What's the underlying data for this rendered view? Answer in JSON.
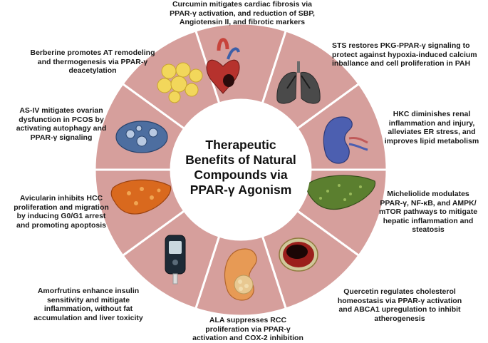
{
  "center_title": "Therapeutic\nBenefits of Natural\nCompounds via\nPPAR-γ Agonism",
  "colors": {
    "segment_fill": "#d69f9c",
    "segment_stroke": "#ffffff",
    "center_fill": "#ffffff"
  },
  "segments": [
    {
      "icon": "heart-icon",
      "caption": "Curcumin mitigates cardiac fibrosis via\nPPAR-γ activation, and reduction of SBP,\nAngiotensin II, and fibrotic markers"
    },
    {
      "icon": "lungs-icon",
      "caption": "STS restores PKG-PPAR-γ signaling to\nprotect against hypoxia-induced calcium\ninballance and cell proliferation in PAH"
    },
    {
      "icon": "kidney-icon",
      "caption": "HKC diminishes renal\ninflammation and injury,\nalleviates ER stress, and\nimproves lipid metabolism"
    },
    {
      "icon": "liver-icon",
      "caption": "Micheliolide modulates\nPPAR-γ, NF-κB, and AMPK/\nmTOR pathways to mitigate\nhepatic inflammation and\nsteatosis"
    },
    {
      "icon": "artery-plaque-icon",
      "caption": "Quercetin regulates cholesterol\nhomeostasis via PPAR-γ activation\nand ABCA1 upregulation to inhibit\natherogenesis"
    },
    {
      "icon": "kidney-tumor-icon",
      "caption": "ALA suppresses RCC\nproliferation via PPAR-γ\nactivation and COX-2 inhibition"
    },
    {
      "icon": "glucometer-icon",
      "caption": "Amorfrutins enhance insulin\nsensitivity and mitigate\ninflammation, without fat\naccumulation and liver toxicity"
    },
    {
      "icon": "tumor-liver-icon",
      "caption": "Avicularin inhibits HCC\nproliferation and migration\nby inducing G0/G1 arrest\nand promoting apoptosis"
    },
    {
      "icon": "ovary-icon",
      "caption": "AS-IV mitigates ovarian\ndysfunction in PCOS by\nactivating autophagy and\nPPAR-γ signaling"
    },
    {
      "icon": "fat-cells-icon",
      "caption": "Berberine promotes AT remodeling\nand thermogenesis via PPAR-γ\ndeacetylation"
    }
  ]
}
